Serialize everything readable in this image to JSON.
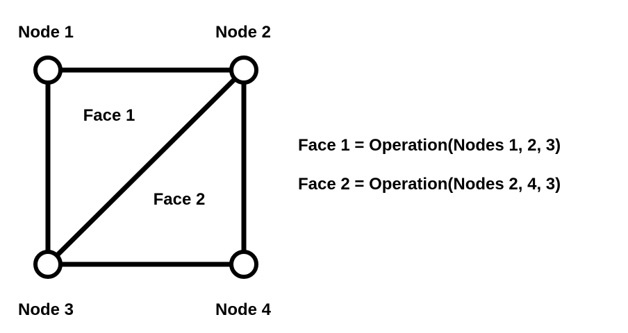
{
  "nodes": [
    {
      "id": "1",
      "label": "Node 1"
    },
    {
      "id": "2",
      "label": "Node 2"
    },
    {
      "id": "3",
      "label": "Node 3"
    },
    {
      "id": "4",
      "label": "Node 4"
    }
  ],
  "edges": [
    {
      "from": "1",
      "to": "2"
    },
    {
      "from": "1",
      "to": "3"
    },
    {
      "from": "2",
      "to": "3"
    },
    {
      "from": "2",
      "to": "4"
    },
    {
      "from": "3",
      "to": "4"
    }
  ],
  "faces": [
    {
      "label": "Face 1",
      "nodes": [
        "1",
        "2",
        "3"
      ]
    },
    {
      "label": "Face 2",
      "nodes": [
        "2",
        "4",
        "3"
      ]
    }
  ],
  "equations": [
    "Face 1 = Operation(Nodes 1, 2, 3)",
    "Face 2 = Operation(Nodes 2, 4, 3)"
  ],
  "colors": {
    "line": "#000000",
    "node_fill": "#ffffff",
    "background": "#ffffff"
  }
}
